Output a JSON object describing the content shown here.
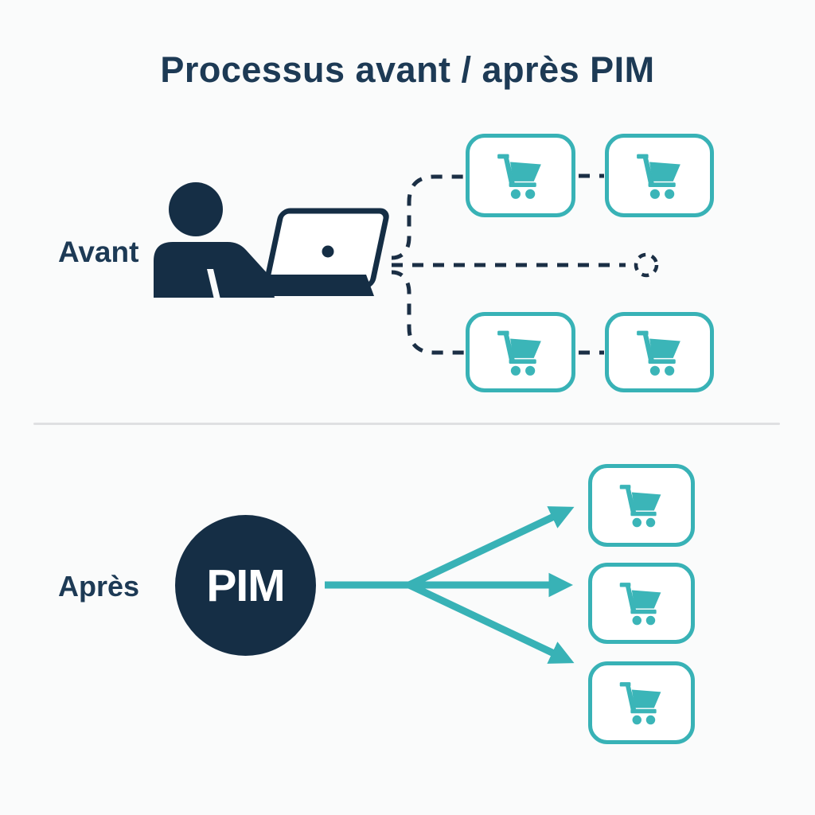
{
  "title": "Processus avant / après PIM",
  "before": {
    "label": "Avant",
    "source_icon": "person-at-laptop-icon",
    "connection_style": "dashed-lines",
    "channels": [
      {
        "icon": "shopping-cart-icon"
      },
      {
        "icon": "shopping-cart-icon"
      },
      {
        "icon": "shopping-cart-icon"
      },
      {
        "icon": "shopping-cart-icon"
      }
    ]
  },
  "after": {
    "label": "Après",
    "hub_label": "PIM",
    "connection_style": "solid-arrows",
    "channels": [
      {
        "icon": "shopping-cart-icon"
      },
      {
        "icon": "shopping-cart-icon"
      },
      {
        "icon": "shopping-cart-icon"
      }
    ]
  },
  "colors": {
    "background": "#FAFBFB",
    "navy": "#152E45",
    "text_navy": "#1D3A55",
    "teal": "#38B2B6",
    "divider": "#DFE0E2",
    "hub_text": "#FFFFFF"
  }
}
